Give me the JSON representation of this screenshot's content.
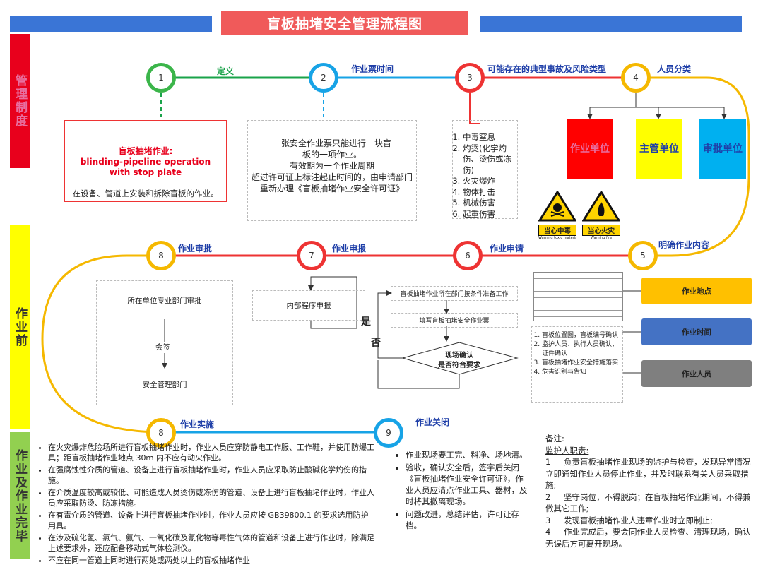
{
  "title": "盲板抽堵安全管理流程图",
  "side_labels": {
    "top": "管理制度",
    "middle": "作业前",
    "bottom": "作业及作业完毕"
  },
  "steps": {
    "s1": {
      "num": "1",
      "label": "定义"
    },
    "s2": {
      "num": "2",
      "label": "作业票时间"
    },
    "s3": {
      "num": "3",
      "label": "可能存在的典型事故及风险类型"
    },
    "s4": {
      "num": "4",
      "label": "人员分类"
    },
    "s5": {
      "num": "5",
      "label": "明确作业内容"
    },
    "s6": {
      "num": "6",
      "label": "作业申请"
    },
    "s7": {
      "num": "7",
      "label": "作业申报"
    },
    "s8a": {
      "num": "8",
      "label": "作业审批"
    },
    "s8b": {
      "num": "8",
      "label": "作业实施"
    },
    "s9": {
      "num": "9",
      "label": "作业关闭"
    }
  },
  "definition": {
    "term_cn": "盲板抽堵作业:",
    "term_en": "blinding-pipeline operation with stop plate",
    "desc": "在设备、管道上安装和拆除盲板的作业。"
  },
  "ticket_time": {
    "line1": "一张安全作业票只能进行一块盲",
    "line2": "板的一项作业。",
    "line3": "有效期为一个作业周期",
    "line4": "超过许可证上标注起止时间的，由申请部门",
    "line5": "重新办理《盲板抽堵作业安全许可证》"
  },
  "risks": [
    "中毒窒息",
    "灼烫(化学灼伤、烫伤或冻伤)",
    "火灾爆炸",
    "物体打击",
    "机械伤害",
    "起重伤害"
  ],
  "units": [
    {
      "name": "作业单位",
      "color": "#ff0000"
    },
    {
      "name": "主管单位",
      "color": "#ffff00"
    },
    {
      "name": "审批单位",
      "color": "#00b0f0"
    }
  ],
  "warnings": [
    {
      "label": "当心中毒",
      "sub": "Warning toxic material"
    },
    {
      "label": "当心火灾",
      "sub": "Warning fire"
    }
  ],
  "approval": {
    "dept": "所在单位专业部门审批",
    "sign": "会签",
    "safety": "安全管理部门"
  },
  "declare": {
    "internal": "内部程序申报"
  },
  "apply": {
    "prep": "盲板抽堵作业所在部门按条件准备工作",
    "fill": "填写盲板抽堵安全作业票",
    "decision_l1": "现场确认",
    "decision_l2": "是否符合要求",
    "yes": "是",
    "no": "否"
  },
  "content_checks": [
    "盲板位置图，盲板编号确认",
    "监护人员、执行人员确认，证件确认",
    "盲板抽堵作业安全措施落实",
    "危害识别与告知"
  ],
  "content_items": [
    {
      "label": "作业地点",
      "color": "#ffc000"
    },
    {
      "label": "作业时间",
      "color": "#4472c4"
    },
    {
      "label": "作业人员",
      "color": "#7f7f7f"
    }
  ],
  "implementation": [
    "在火灾爆炸危险场所进行盲板抽堵作业时，作业人员应穿防静电工作服、工作鞋，并使用防爆工具；距盲板抽堵作业地点 30ｍ 内不应有动火作业。",
    "在强腐蚀性介质的管道、设备上进行盲板抽堵作业时，作业人员应采取防止酸碱化学灼伤的措施。",
    "在介质温度较高或较低、可能造成人员烫伤或冻伤的管道、设备上进行盲板抽堵作业时，作业人员应采取防烫、防冻措施。",
    "在有毒介质的管道、设备上进行盲板抽堵作业时，作业人员应按 GB39800.1 的要求选用防护用具。",
    "在涉及硫化氢、氯气、氨气、一氧化碳及氰化物等毒性气体的管道和设备上进行作业时，除满足上述要求外，还应配备移动式气体检测仪。",
    "不应在同一管道上同时进行两处或两处以上的盲板抽堵作业"
  ],
  "closing": [
    "作业现场要工完、料净、场地清。",
    "验收，确认安全后，签字后关闭《盲板抽堵作业安全许可证》，作业人员应清点作业工具、器材，及时将其撤离现场。",
    "问题改进，总结评估，许可证存档。"
  ],
  "notes": {
    "heading": "备注:",
    "subheading": "监护人职责:",
    "items": [
      {
        "n": "1",
        "text": "负责盲板抽堵作业现场的监护与检查，发现异常情况立即通知作业人员停止作业，并及时联系有关人员采取措施;"
      },
      {
        "n": "2",
        "text": "坚守岗位，不得脱岗；在盲板抽堵作业期间，不得兼做其它工作;"
      },
      {
        "n": "3",
        "text": "发现盲板抽堵作业人违章作业时立即制止;"
      },
      {
        "n": "4",
        "text": "作业完成后，要会同作业人员检查、清理现场，确认无误后方可离开现场。"
      }
    ]
  },
  "colors": {
    "red": "#e8001c",
    "yellow": "#ffff00",
    "green": "#92d050",
    "blue": "#3a75d6",
    "orange": "#f5b800",
    "lineblue": "#17a3e6",
    "linered": "#e33"
  }
}
